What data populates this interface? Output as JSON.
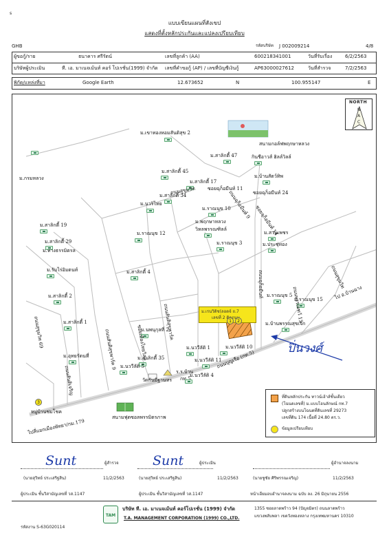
{
  "page": {
    "corner_mark": "s"
  },
  "title": {
    "line1": "แบบเขียนแผนที่สังเขป",
    "line2": "แสดงที่ตั้งหลักประกันและแปลงเปรียบเทียบ"
  },
  "header": {
    "bank_code": "GHB",
    "ref_label": "รหัสบริษัท",
    "ref_value": "J 002009214",
    "page_no": "4/8"
  },
  "info_rows": [
    {
      "l1": "ผู้ขอกู้/ราย",
      "v1": "ธนาคาร ศรีรัตน์",
      "l2": "เลขที่ลูกค้า (AA)",
      "v2": "600218341001",
      "l3": "วันที่รับเรื่อง",
      "v3": "6/2/2563"
    },
    {
      "l1": "บริษัทผู้ประเมิน",
      "v1": "ที. เอ. มาเนจเม้นท์ คอร์ โปเรชั่น(1999) จำกัด",
      "l2": "เลขที่คำขอกู้ (AP) / เลขที่บัญชีเงินกู้",
      "v2": "AP63000027612",
      "l3": "วันที่สำรวจ",
      "v3": "7/2/2563"
    }
  ],
  "location_row": {
    "label": "พิกัด/แหล่งที่มา",
    "source": "Google Earth",
    "lat": "12.673652",
    "lat_dir": "N",
    "lon": "100.955147",
    "lon_dir": "E"
  },
  "map": {
    "north_label": "NORTH",
    "north_letters": [
      "N",
      "A",
      "C"
    ],
    "villages": [
      {
        "name": "ม.เขาทองหอมสันติสุข 2"
      },
      {
        "name": "สนามกอล์ฟพฤกษาหลวง"
      },
      {
        "name": "ม.สาลิกตี้ 47"
      },
      {
        "name": "กินชีอาวส์ ฮิลล์วิลล์"
      },
      {
        "name": "ม.สาลิกตี้ 45"
      },
      {
        "name": "ม.บ้านสัตว์ทิพ"
      },
      {
        "name": "ซอยฉุก็อมีนท์ 11"
      },
      {
        "name": "ซอยฉุก็อมีนท์ 24"
      },
      {
        "name": "ม.สาลิกตี้ 17"
      },
      {
        "name": "ม.สาลิกตี้ 34"
      },
      {
        "name": "ม.กรมหลวง"
      },
      {
        "name": "ม.นวริไทย"
      },
      {
        "name": "ม.ราณนุข 10"
      },
      {
        "name": "ม.สาลิกตี้ 19"
      },
      {
        "name": "ม.พฤกษาหลวง"
      },
      {
        "name": "วิหลพรรณฑิลล์"
      },
      {
        "name": "ม.ราณนุข 12"
      },
      {
        "name": "ม.สวนเพชร"
      },
      {
        "name": "ม.สาลิกตี้ 29"
      },
      {
        "name": "ม.ประชุ่ทอง"
      },
      {
        "name": "ม.ทางธรรมิตรล"
      },
      {
        "name": "ม.ราณนุข 3"
      },
      {
        "name": "ม.รัมไร่อิมตนท์"
      },
      {
        "name": "ม.สาลิกตี้ 4"
      },
      {
        "name": "ม.สาลิกตี้ 2"
      },
      {
        "name": "ม.ราณนุข 5"
      },
      {
        "name": "ม.ราณนุข 15"
      },
      {
        "name": "ม.สาลิกตี้ 1"
      },
      {
        "name": "ม.บ้านพรรณสุขเจิก"
      },
      {
        "name": "ม.นพนุกุลที่ 2"
      },
      {
        "name": "ม.นววีลัติ 1"
      },
      {
        "name": "ม.นววีลัติ 10"
      },
      {
        "name": "ม.อุทยรัตนที่"
      },
      {
        "name": "ม.สาลิกตี้ 35"
      },
      {
        "name": "ม.นววีลัติ 11"
      },
      {
        "name": "ม.นววีลัติ 5"
      },
      {
        "name": "วัดกันมีฐานทร"
      },
      {
        "name": "ร.ร.บ้าน"
      },
      {
        "name": "กท.5"
      },
      {
        "name": "ม.นววีลัติ 4"
      },
      {
        "name": "หมู่บ้านชมโชค"
      },
      {
        "name": "สนามฟุตซอลพรรมิตรภาพ"
      }
    ],
    "road_labels": [
      {
        "text": "ถนนสุขุมวิท"
      },
      {
        "text": "ถนนฉุก็อมีนท์ 9"
      },
      {
        "text": "ซอยฉุก็อมีนท์ 14"
      },
      {
        "text": "ถนนฉุก็อมีนท์"
      },
      {
        "text": "ถนนพรรณฑว้ 15"
      },
      {
        "text": "ถนนสุขุมวิท"
      },
      {
        "text": "ถนนบุญเรือ (กท.5)"
      },
      {
        "text": "ถนนสันติสุขพาร์ค"
      },
      {
        "text": "ซอยเมืองไทยวิลล์"
      },
      {
        "text": "ถนนสันติสุขพาร์ค 9"
      },
      {
        "text": "ถนนสันติเจริญ"
      },
      {
        "text": "ถนนสุขุมวิท 69"
      }
    ],
    "direction_labels": [
      {
        "text": "ไป อ.บ้านฉาง"
      },
      {
        "text": "ไปสี่แยกเมืองพัทยา/กม.179"
      }
    ],
    "subject_label": [
      "ม.เรนวิดิช(ลอดจ์ ถ.7",
      "เลขที่ 2 ติดถนน"
    ],
    "markers": [
      "1",
      "2",
      "3"
    ],
    "legend": {
      "subject_title": "ที่ดินหลักประกัน ทาวน์เฮ้าส์ชั้นเดียว",
      "subject_line2": "(โฉนดเลขที่) ม.แบบโอนลักษณ์ กท.7",
      "subject_line3": "ปลูกสร้างบนโฉนดที่ดินเลขที่ 29273",
      "subject_line4": "เลขที่ดิน 174 เนื้อที่ 24.80 ตร.ว.",
      "comparison_label": "ข้อมูลเปรียบเทียบ",
      "subject_color": "#f3a24a",
      "comparison_color": "#f6e51b"
    }
  },
  "signatures": {
    "blocks": [
      {
        "role": "ผู้สำรวจ",
        "name": "(นายสุวิทย์ ประเสริฐสิน)",
        "date": "11/2/2563",
        "license": "ผู้ประเมิน ชั้นวิสามัญเลขที่ วส.1147",
        "sign": "Sunt"
      },
      {
        "role": "ผู้ประเมิน",
        "name": "(นายสุวิทย์ ประเสริฐสิน)",
        "date": "11/2/2563",
        "license": "ผู้ประเมิน ชั้นวิสามัญเลขที่ วส.1147",
        "sign": "Sunt"
      },
      {
        "role": "ผู้อำนาจลงนาม",
        "name": "(นายชูชัย ศิริพรรณเจริญ)",
        "date": "11/2/2563",
        "license": "หน้าเอียมอบอำนาจลงนาม ฉบับ ลง. 26 มิถุนายน 2556",
        "sign": ""
      }
    ],
    "blue_sign": "ปิ่นวงศ์"
  },
  "footer": {
    "company_th": "บริษัท  ที. เอ. มาเนจเม้นท์ คอร์โปเรชั่น (1999) จำกัด",
    "company_en": "T.A. MANAGEMENT CORPORATION (1999) CO.,LTD.",
    "address_1": "1355 ซอยลาดพร้าว 94 (ปัญจมิตร) ถนนลาดพร้าว",
    "address_2": "แขวงพลับพลา เขตวังทองหลาง กรุงเทพมหานคร 10310",
    "form_code": "รหัสงาน S-63G020114",
    "logo_letters": "TAM"
  }
}
